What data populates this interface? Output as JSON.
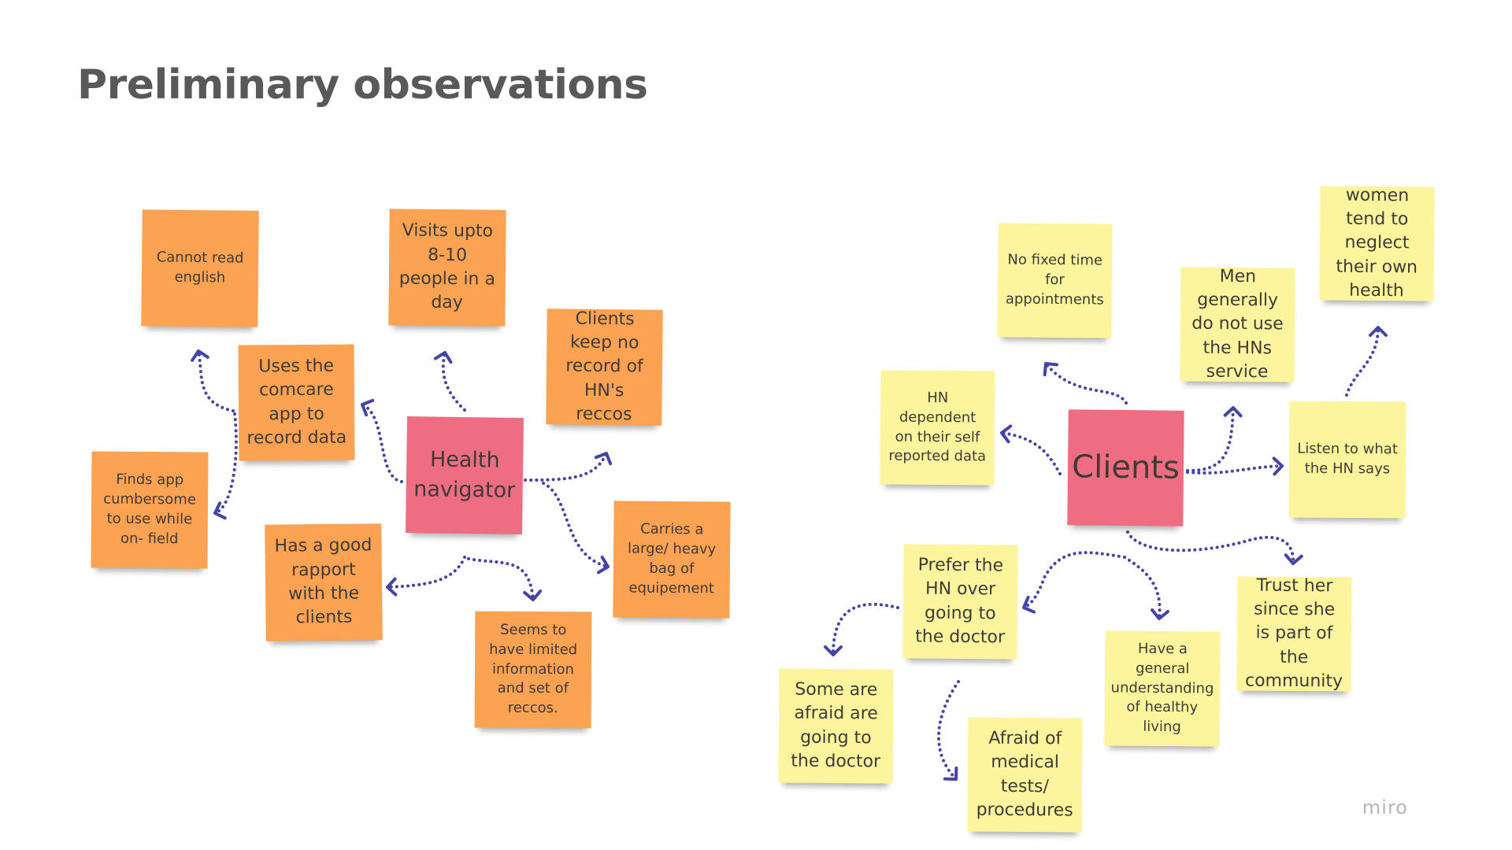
{
  "title": "Preliminary observations",
  "brand": "miro",
  "colors": {
    "orange": "#fca253",
    "yellow": "#fdf59e",
    "pink": "#ee6d83",
    "connector": "#4444a8"
  },
  "hubs": {
    "health_navigator": "Health navigator",
    "clients": "Clients"
  },
  "health_navigator_notes": {
    "cannot_read": "Cannot read english",
    "visits": "Visits upto 8-10 people in a day",
    "no_record": "Clients keep no record of HN's reccos",
    "comcare": "Uses the comcare app to record data",
    "cumbersome": "Finds app cumbersome to use while on- field",
    "rapport": "Has a good rapport with the clients",
    "bag": "Carries a large/ heavy bag of equipement",
    "limited_info": "Seems to have limited information and set of reccos."
  },
  "clients_notes": {
    "no_fixed_time": "No fixed time for appointments",
    "men": "Men generally do not use the HNs service",
    "women": "women tend to neglect their own health",
    "self_reported": "HN dependent on their self reported data",
    "listen": "Listen to what the HN says",
    "prefer_hn": "Prefer the HN over going to the doctor",
    "trust": "Trust her since she is part of the community",
    "general_understanding": "Have a general understanding of healthy living",
    "afraid_doctor": "Some are afraid are going to the doctor",
    "afraid_tests": "Afraid of medical tests/ procedures"
  }
}
